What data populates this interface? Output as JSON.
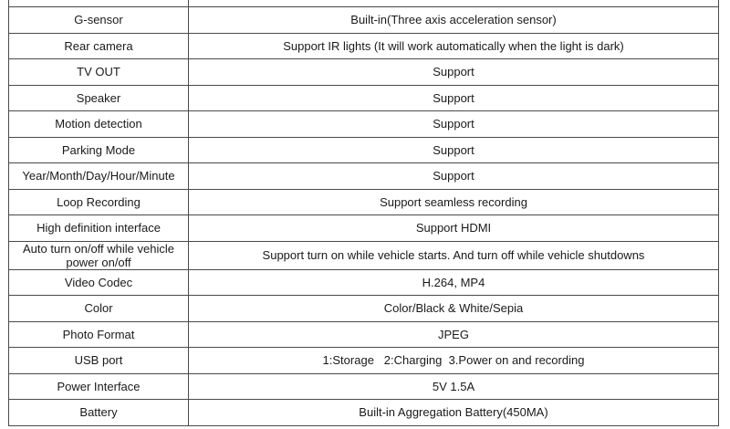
{
  "specs": {
    "rows": [
      {
        "label": "",
        "value": ""
      },
      {
        "label": "G-sensor",
        "value": "Built-in(Three axis acceleration sensor)"
      },
      {
        "label": "Rear camera",
        "value": "Support IR lights (It will work automatically when the light is dark)"
      },
      {
        "label": "TV OUT",
        "value": "Support"
      },
      {
        "label": "Speaker",
        "value": "Support"
      },
      {
        "label": "Motion detection",
        "value": "Support"
      },
      {
        "label": "Parking Mode",
        "value": "Support"
      },
      {
        "label": "Year/Month/Day/Hour/Minute",
        "value": "Support"
      },
      {
        "label": "Loop Recording",
        "value": "Support seamless recording"
      },
      {
        "label": "High definition interface",
        "value": "Support HDMI"
      },
      {
        "label": "Auto turn on/off while vehicle power on/off",
        "value": "Support turn on while vehicle starts. And turn off while vehicle shutdowns"
      },
      {
        "label": "Video Codec",
        "value": "H.264, MP4"
      },
      {
        "label": "Color",
        "value": "Color/Black & White/Sepia"
      },
      {
        "label": "Photo Format",
        "value": "JPEG"
      },
      {
        "label": "USB port",
        "value": "1:Storage   2:Charging  3.Power on and recording"
      },
      {
        "label": "Power Interface",
        "value": "5V 1.5A"
      },
      {
        "label": "Battery",
        "value": "Built-in Aggregation Battery(450MA)"
      }
    ]
  }
}
